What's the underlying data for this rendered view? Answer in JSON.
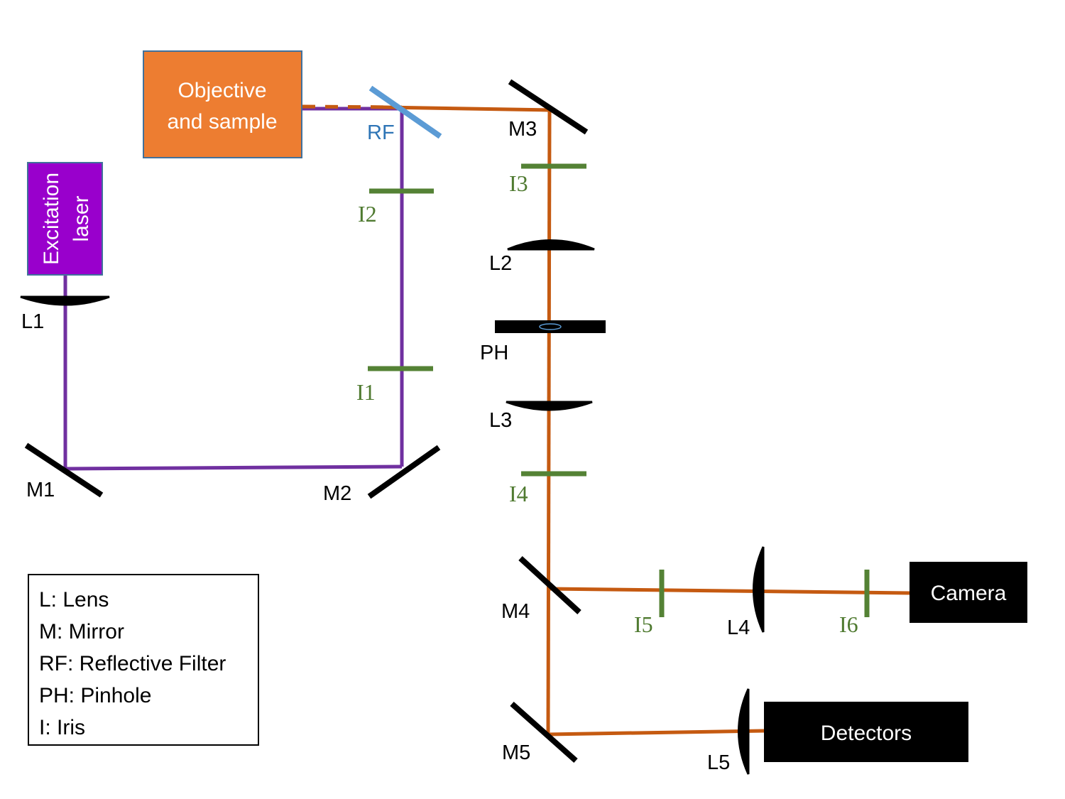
{
  "diagram": {
    "colors": {
      "excitation_beam": "#7030a0",
      "emission_beam": "#c55a11",
      "iris": "#548235",
      "filter": "#5b9bd5",
      "optic": "#000000",
      "objective_box": "#ed7d31",
      "laser_box": "#9900cc"
    },
    "boxes": {
      "objective": {
        "line1": "Objective",
        "line2": "and sample"
      },
      "laser": {
        "line1": "Excitation",
        "line2": "laser"
      },
      "camera": {
        "label": "Camera"
      },
      "detectors": {
        "label": "Detectors"
      }
    },
    "labels": {
      "L1": "L1",
      "L2": "L2",
      "L3": "L3",
      "L4": "L4",
      "L5": "L5",
      "M1": "M1",
      "M2": "M2",
      "M3": "M3",
      "M4": "M4",
      "M5": "M5",
      "RF": "RF",
      "PH": "PH",
      "I1": "I1",
      "I2": "I2",
      "I3": "I3",
      "I4": "I4",
      "I5": "I5",
      "I6": "I6"
    }
  },
  "legend": {
    "items": [
      {
        "key": "L",
        "text": "L: Lens"
      },
      {
        "key": "M",
        "text": "M: Mirror"
      },
      {
        "key": "RF",
        "text": "RF: Reflective Filter"
      },
      {
        "key": "PH",
        "text": "PH: Pinhole"
      },
      {
        "key": "I",
        "text": "I: Iris"
      }
    ]
  }
}
